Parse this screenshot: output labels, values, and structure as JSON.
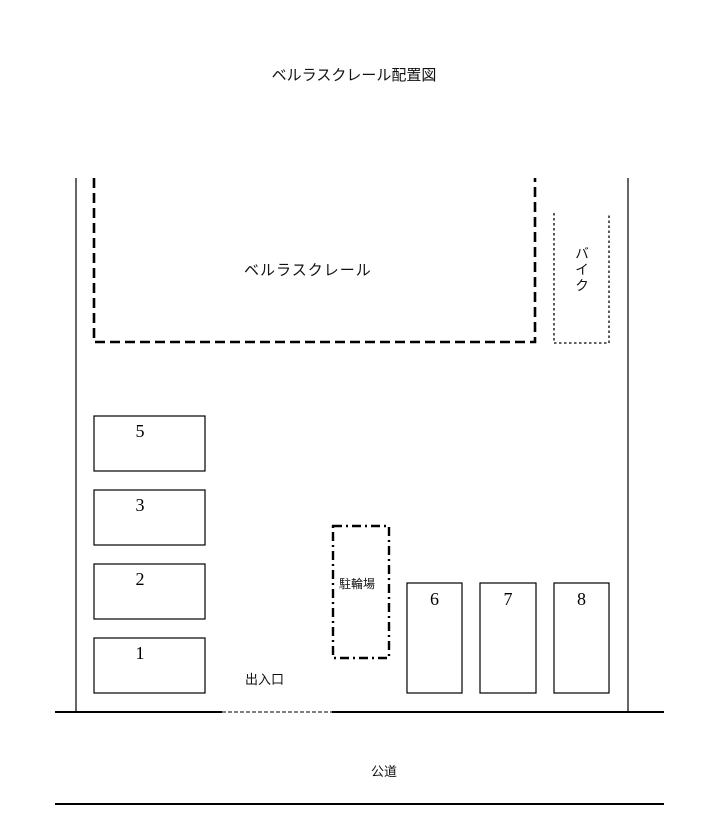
{
  "title": "ベルラスクレール配置図",
  "building": {
    "label": "ベルラスクレール"
  },
  "bike": {
    "label": "バイク"
  },
  "bicycle_parking": {
    "label": "駐輪場"
  },
  "entrance": {
    "label": "出入口"
  },
  "road": {
    "label": "公道"
  },
  "parking_spaces": [
    {
      "id": "5",
      "label": "5"
    },
    {
      "id": "3",
      "label": "3"
    },
    {
      "id": "2",
      "label": "2"
    },
    {
      "id": "1",
      "label": "1"
    },
    {
      "id": "6",
      "label": "6"
    },
    {
      "id": "7",
      "label": "7"
    },
    {
      "id": "8",
      "label": "8"
    }
  ]
}
